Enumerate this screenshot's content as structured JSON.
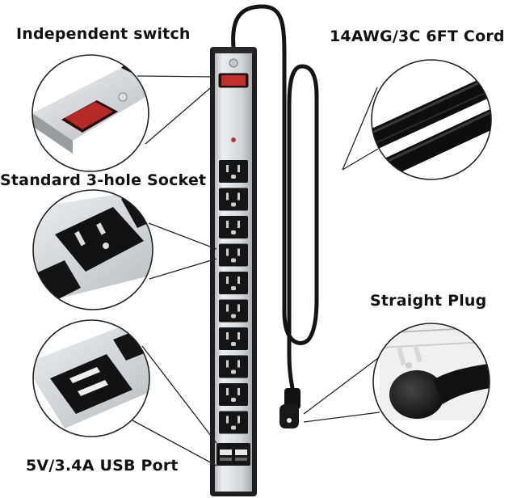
{
  "callouts": {
    "switch": "Independent switch",
    "cord": "14AWG/3C 6FT Cord",
    "socket": "Standard 3-hole Socket",
    "plug": "Straight Plug",
    "usb": "5V/3.4A USB  Port"
  },
  "product": {
    "outlet_count": 10,
    "usb_port_count": 2
  },
  "colors": {
    "strip_body": "#d9dade",
    "strip_frame": "#222222",
    "switch": "#c0302c",
    "cord": "#111111",
    "background": "#ffffff"
  }
}
